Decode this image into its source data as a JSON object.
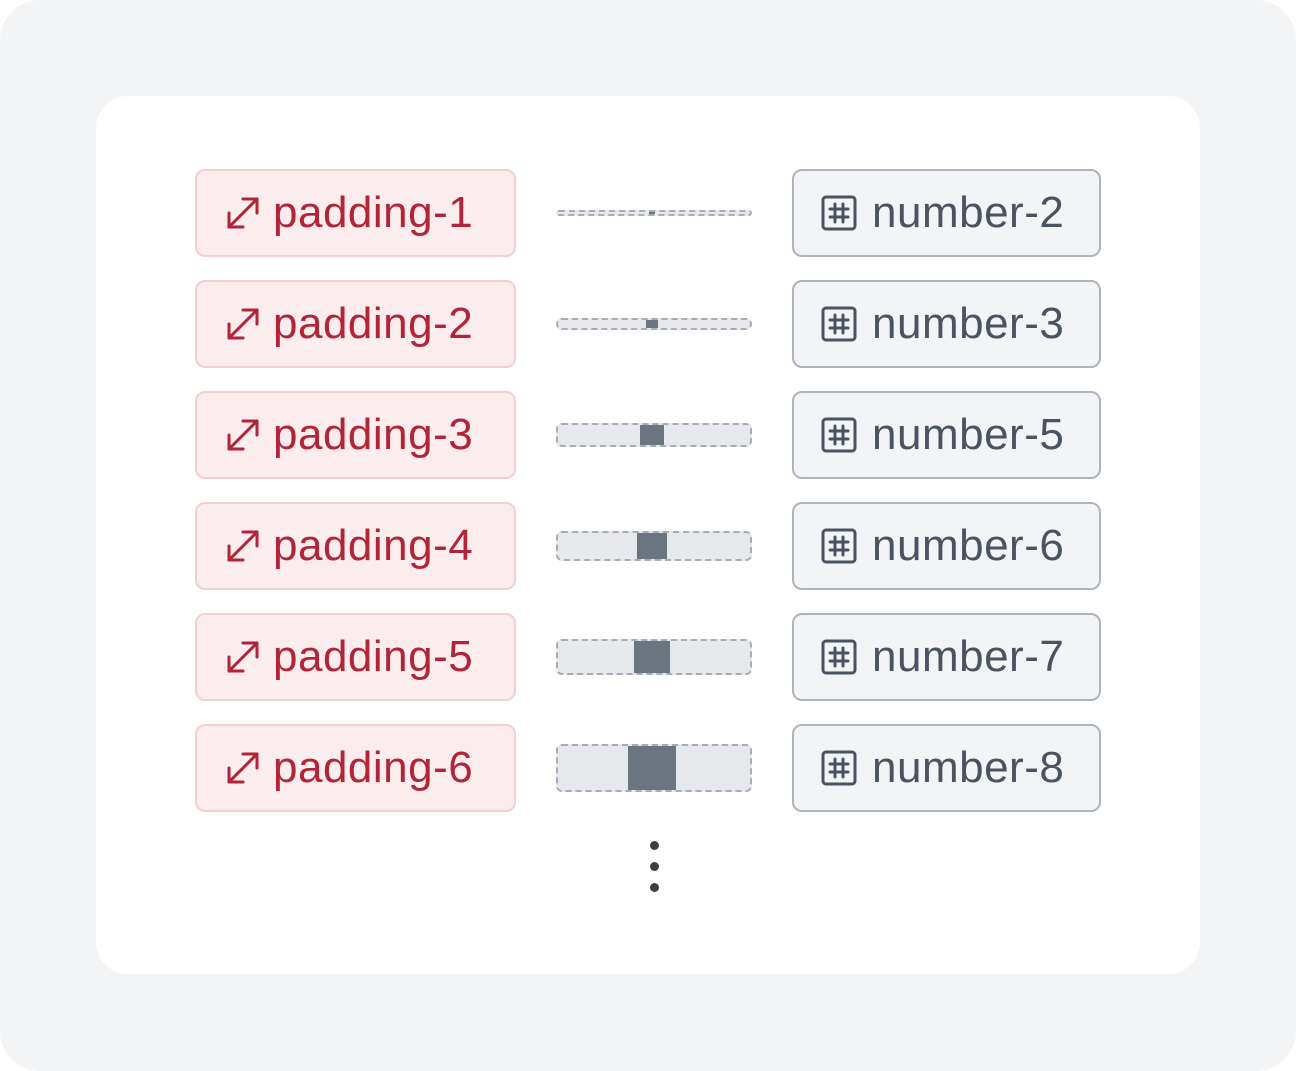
{
  "colors": {
    "padding_text": "#b22437",
    "padding_bg": "#fbeced",
    "padding_border": "#f2cfd3",
    "number_text": "#4b5260",
    "number_bg": "#f3f4f6",
    "number_border": "#aeb4bc",
    "bar_fill": "#6b7580",
    "bar_bg": "#e6e8eb"
  },
  "mappings": [
    {
      "padding_label": "padding-1",
      "padding_icon": "expand-arrows-icon",
      "number_label": "number-2",
      "number_icon": "hash-icon",
      "scale_value": 1
    },
    {
      "padding_label": "padding-2",
      "padding_icon": "expand-arrows-icon",
      "number_label": "number-3",
      "number_icon": "hash-icon",
      "scale_value": 2
    },
    {
      "padding_label": "padding-3",
      "padding_icon": "expand-arrows-icon",
      "number_label": "number-5",
      "number_icon": "hash-icon",
      "scale_value": 3
    },
    {
      "padding_label": "padding-4",
      "padding_icon": "expand-arrows-icon",
      "number_label": "number-6",
      "number_icon": "hash-icon",
      "scale_value": 4
    },
    {
      "padding_label": "padding-5",
      "padding_icon": "expand-arrows-icon",
      "number_label": "number-7",
      "number_icon": "hash-icon",
      "scale_value": 5
    },
    {
      "padding_label": "padding-6",
      "padding_icon": "expand-arrows-icon",
      "number_label": "number-8",
      "number_icon": "hash-icon",
      "scale_value": 6
    }
  ],
  "continuation_icon": "vertical-ellipsis-icon"
}
